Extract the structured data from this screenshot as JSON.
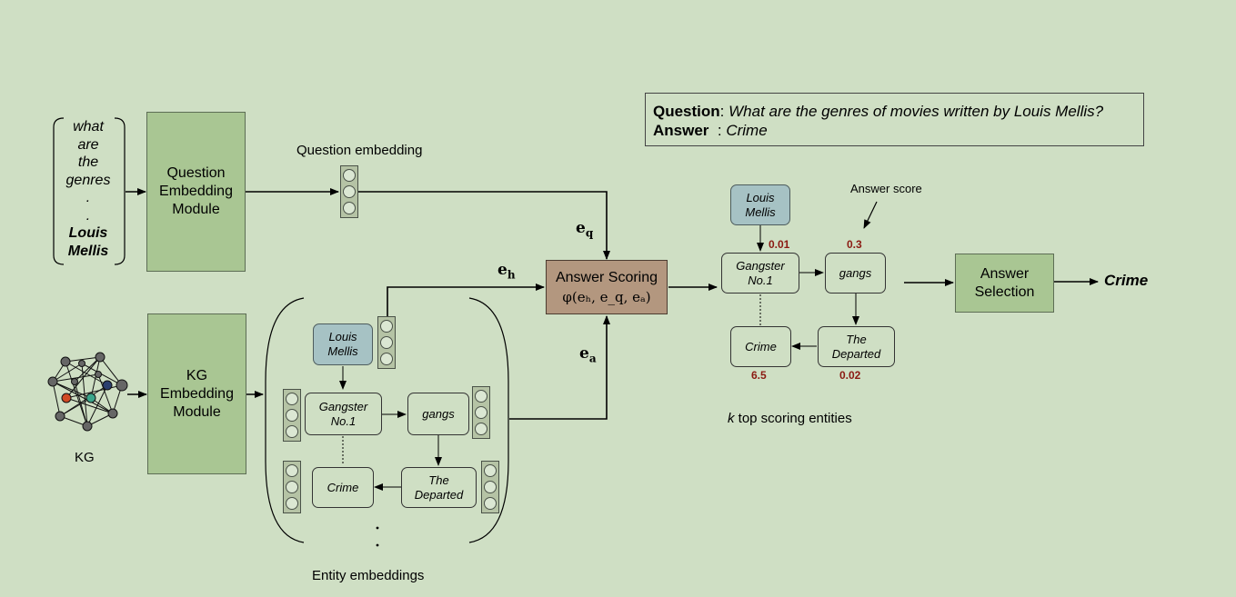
{
  "qa": {
    "question_label": "Question",
    "question_text": "What are the genres of movies written by Louis Mellis?",
    "answer_label": "Answer",
    "answer_text": "Crime"
  },
  "question_words": [
    "what",
    "are",
    "the",
    "genres",
    ".",
    ".",
    "Louis",
    "Mellis"
  ],
  "modules": {
    "question_embedding": "Question\nEmbedding\nModule",
    "kg_embedding": "KG\nEmbedding\nModule",
    "answer_selection": "Answer\nSelection"
  },
  "labels": {
    "question_embedding": "Question embedding",
    "kg": "KG",
    "entity_embeddings": "Entity embeddings",
    "answer_score": "Answer score",
    "top_k_prefix": "k",
    "top_k_rest": " top scoring entities",
    "final_answer": "Crime"
  },
  "scoring": {
    "title": "Answer Scoring",
    "formula": "φ(eₕ, e_q, eₐ)"
  },
  "math": {
    "e_q": "e",
    "e_q_sub": "q",
    "e_h": "e",
    "e_h_sub": "h",
    "e_a": "e",
    "e_a_sub": "a"
  },
  "entities": {
    "louis": "Louis\nMellis",
    "gangster": "Gangster\nNo.1",
    "gangs": "gangs",
    "crime": "Crime",
    "departed": "The\nDeparted"
  },
  "scores": {
    "gangster": "0.01",
    "gangs": "0.3",
    "crime": "6.5",
    "departed": "0.02"
  },
  "colors": {
    "background": "#cfdfc4",
    "module_green": "#a9c693",
    "entity_blue": "#a6c2c4",
    "scoring_brown": "#b3977f",
    "score_red": "#8b1a12"
  }
}
